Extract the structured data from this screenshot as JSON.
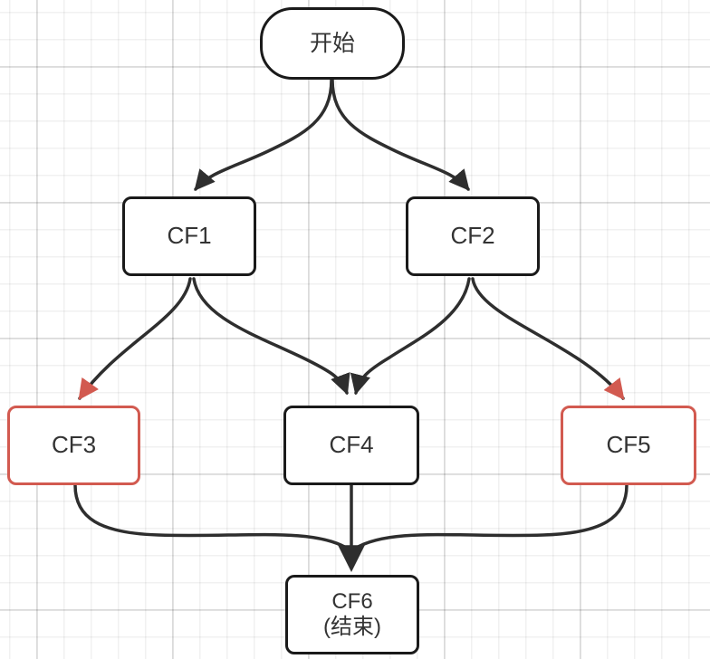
{
  "diagram": {
    "type": "flowchart",
    "direction": "top-down",
    "nodes": {
      "start": {
        "label": "开始",
        "shape": "stadium",
        "border": "default"
      },
      "cf1": {
        "label": "CF1",
        "shape": "rect",
        "border": "default"
      },
      "cf2": {
        "label": "CF2",
        "shape": "rect",
        "border": "default"
      },
      "cf3": {
        "label": "CF3",
        "shape": "rect",
        "border": "highlight"
      },
      "cf4": {
        "label": "CF4",
        "shape": "rect",
        "border": "default"
      },
      "cf5": {
        "label": "CF5",
        "shape": "rect",
        "border": "highlight"
      },
      "cf6": {
        "label": "CF6",
        "sublabel": "(结束)",
        "shape": "rect",
        "border": "default"
      }
    },
    "edges": [
      {
        "from": "start",
        "to": "cf1",
        "color": "edge_default"
      },
      {
        "from": "start",
        "to": "cf2",
        "color": "edge_default"
      },
      {
        "from": "cf1",
        "to": "cf3",
        "color": "edge_highlight"
      },
      {
        "from": "cf1",
        "to": "cf4",
        "color": "edge_default"
      },
      {
        "from": "cf2",
        "to": "cf4",
        "color": "edge_default"
      },
      {
        "from": "cf2",
        "to": "cf5",
        "color": "edge_highlight"
      },
      {
        "from": "cf3",
        "to": "cf6",
        "color": "edge_default"
      },
      {
        "from": "cf4",
        "to": "cf6",
        "color": "edge_default"
      },
      {
        "from": "cf5",
        "to": "cf6",
        "color": "edge_default"
      }
    ],
    "colors": {
      "edge_default": "#2e2e2e",
      "edge_highlight": "#d25a50",
      "node_border_default": "#1a1a1a",
      "node_border_highlight": "#d25a50",
      "node_fill": "#ffffff",
      "text": "#333333",
      "background": "#ffffff",
      "grid_line": "#ececec"
    }
  }
}
